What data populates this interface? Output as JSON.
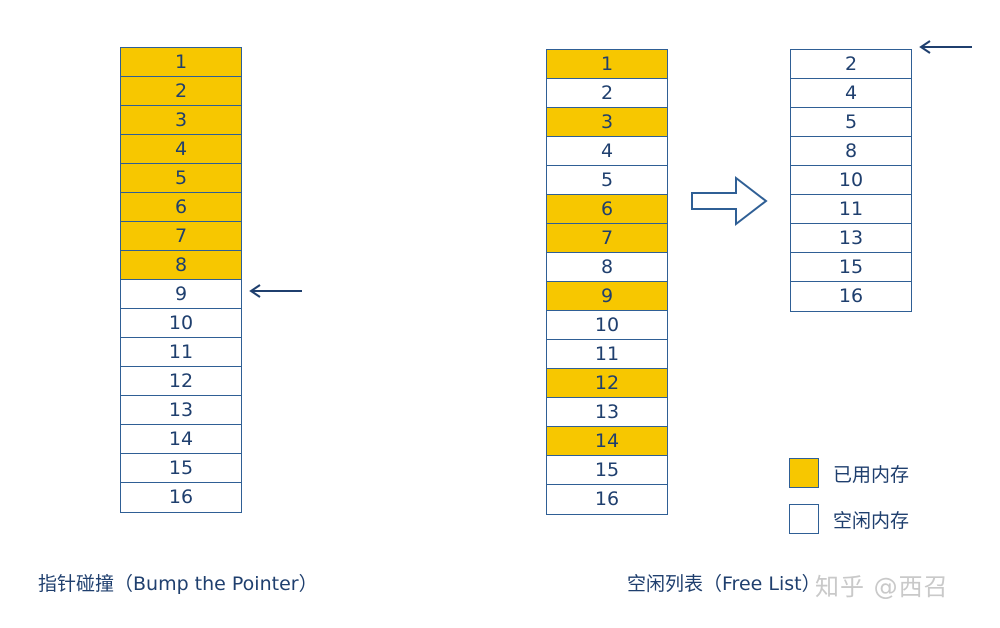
{
  "bump_pointer": {
    "cells": [
      {
        "label": "1",
        "used": true
      },
      {
        "label": "2",
        "used": true
      },
      {
        "label": "3",
        "used": true
      },
      {
        "label": "4",
        "used": true
      },
      {
        "label": "5",
        "used": true
      },
      {
        "label": "6",
        "used": true
      },
      {
        "label": "7",
        "used": true
      },
      {
        "label": "8",
        "used": true
      },
      {
        "label": "9",
        "used": false
      },
      {
        "label": "10",
        "used": false
      },
      {
        "label": "11",
        "used": false
      },
      {
        "label": "12",
        "used": false
      },
      {
        "label": "13",
        "used": false
      },
      {
        "label": "14",
        "used": false
      },
      {
        "label": "15",
        "used": false
      },
      {
        "label": "16",
        "used": false
      }
    ],
    "caption": "指针碰撞（Bump the Pointer）"
  },
  "free_list_memory": {
    "cells": [
      {
        "label": "1",
        "used": true
      },
      {
        "label": "2",
        "used": false
      },
      {
        "label": "3",
        "used": true
      },
      {
        "label": "4",
        "used": false
      },
      {
        "label": "5",
        "used": false
      },
      {
        "label": "6",
        "used": true
      },
      {
        "label": "7",
        "used": true
      },
      {
        "label": "8",
        "used": false
      },
      {
        "label": "9",
        "used": true
      },
      {
        "label": "10",
        "used": false
      },
      {
        "label": "11",
        "used": false
      },
      {
        "label": "12",
        "used": true
      },
      {
        "label": "13",
        "used": false
      },
      {
        "label": "14",
        "used": true
      },
      {
        "label": "15",
        "used": false
      },
      {
        "label": "16",
        "used": false
      }
    ],
    "caption": "空闲列表（Free List）"
  },
  "free_list": {
    "items": [
      "2",
      "4",
      "5",
      "8",
      "10",
      "11",
      "13",
      "15",
      "16"
    ]
  },
  "legend": {
    "used_label": "已用内存",
    "free_label": "空闲内存"
  },
  "watermark": "知乎 @西召",
  "colors": {
    "used": "#f7c700",
    "free": "#ffffff",
    "border": "#2f5f95",
    "text": "#1f3f6e"
  }
}
